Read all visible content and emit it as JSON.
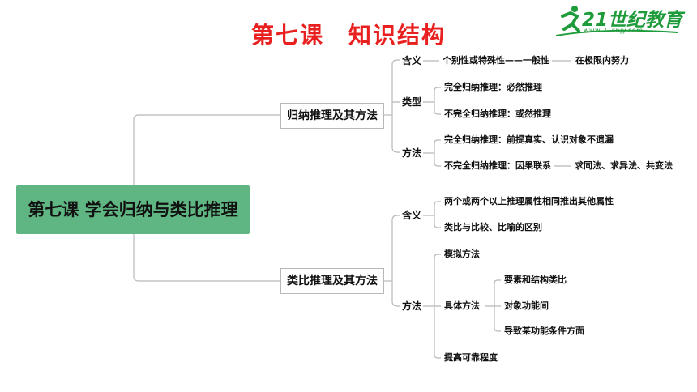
{
  "title": "第七课　知识结构",
  "logo": {
    "brand": "21世纪教育",
    "url": "www.21cnjy.com"
  },
  "root": "第七课 学会归纳与类比推理",
  "branches": {
    "induction": {
      "label": "归纳推理及其方法",
      "meaning": {
        "label": "含义",
        "text": "个别性或特殊性——一般性",
        "extra": "在极限内努力"
      },
      "types": {
        "label": "类型",
        "complete": "完全归纳推理：必然推理",
        "incomplete": "不完全归纳推理：或然推理"
      },
      "methods": {
        "label": "方法",
        "complete": "完全归纳推理：前提真实、认识对象不遗漏",
        "incomplete": "不完全归纳推理：因果联系",
        "extra": "求同法、求异法、共变法"
      }
    },
    "analogy": {
      "label": "类比推理及其方法",
      "meaning": {
        "label": "含义",
        "def": "两个或两个以上推理属性相同推出其他属性",
        "diff": "类比与比较、比喻的区别"
      },
      "methods": {
        "label": "方法",
        "simulate": "模拟方法",
        "concrete": {
          "label": "具体方法",
          "items": [
            "要素和结构类比",
            "对象功能间",
            "导致某功能条件方面"
          ]
        },
        "improve": "提高可靠程度"
      }
    }
  }
}
